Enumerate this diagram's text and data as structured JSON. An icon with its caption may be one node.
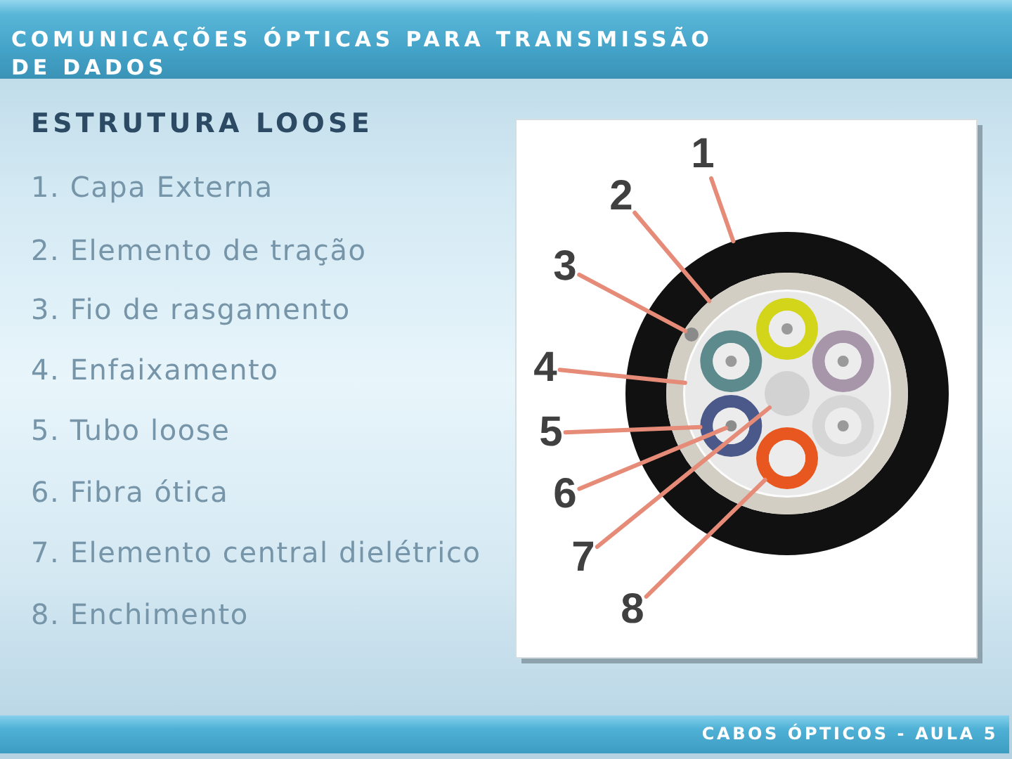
{
  "diagram": {
    "title": "COMUNICAÇÕES ÓPTICAS PARA TRANSMISSÃO DE DADOS",
    "nodes": [
      {
        "text": [
          "1"
        ]
      },
      {
        "text": [
          "2"
        ]
      },
      {
        "text": [
          "3"
        ]
      },
      {
        "text": [
          "4"
        ]
      },
      {
        "text": [
          "5"
        ]
      },
      {
        "text": [
          "6"
        ]
      },
      {
        "text": [
          "7"
        ]
      },
      {
        "text": [
          "8"
        ]
      },
      {
        "text": [],
        "shape": "circle"
      },
      {
        "text": [],
        "shape": "circle",
        "in": 8
      },
      {
        "text": [],
        "shape": "circle",
        "in": 9
      },
      {
        "text": [],
        "shape": "circle",
        "in": 9
      },
      {
        "text": [],
        "shape": "circle",
        "in": 11
      },
      {
        "text": [],
        "shape": "circle",
        "in": 12
      },
      {
        "text": [],
        "shape": "circle",
        "in": 11
      },
      {
        "text": [],
        "shape": "circle",
        "in": 11
      }
    ],
    "edges": [
      {
        "from": 0,
        "to": 8,
        "arrow": "none"
      },
      {
        "from": 1,
        "to": 9,
        "arrow": "none"
      },
      {
        "from": 2,
        "to": 10,
        "arrow": "none"
      },
      {
        "from": 3,
        "to": 11,
        "arrow": "none"
      },
      {
        "from": 4,
        "to": 12,
        "arrow": "none"
      },
      {
        "from": 5,
        "to": 13,
        "arrow": "none"
      },
      {
        "from": 6,
        "to": 14,
        "arrow": "none"
      },
      {
        "from": 7,
        "to": 15,
        "arrow": "none"
      }
    ],
    "labels": [
      "ESTRUTURA LOOSE",
      "1. Capa Externa",
      "2. Elemento de tração",
      "3. Fio de rasgamento",
      "4. Enfaixamento",
      "5. Tubo loose",
      "6. Fibra ótica",
      "7. Elemento central dielétrico",
      "8. Enchimento",
      "CABOS ÓPTICOS - AULA 5"
    ]
  }
}
